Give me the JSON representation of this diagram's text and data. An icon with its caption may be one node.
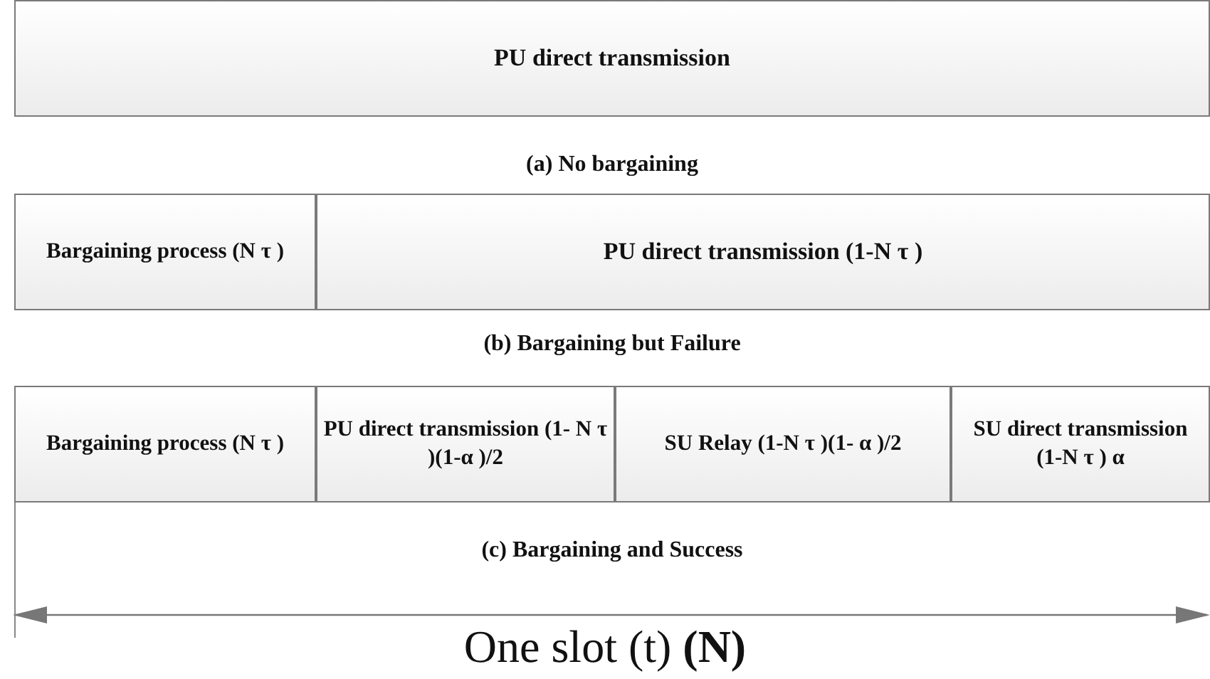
{
  "diagram": {
    "nodes": [
      {
        "text": [
          "PU direct transmission"
        ]
      },
      {
        "text": [
          "Bargaining process (N τ )"
        ]
      },
      {
        "text": [
          "PU direct transmission (1-N τ )"
        ]
      },
      {
        "text": [
          "Bargaining process (N τ )"
        ]
      },
      {
        "text": [
          "PU direct transmission (1- N τ )(1-α )/2"
        ]
      },
      {
        "text": [
          "SU Relay (1-N τ )(1- α )/2"
        ]
      },
      {
        "text": [
          "SU direct transmission (1-N τ ) α"
        ]
      }
    ],
    "edges": [],
    "labels": [
      "(a)  No bargaining",
      "(b)  Bargaining but Failure",
      "(c)  Bargaining and Success",
      "One  slot (t) **(N)**"
    ]
  }
}
